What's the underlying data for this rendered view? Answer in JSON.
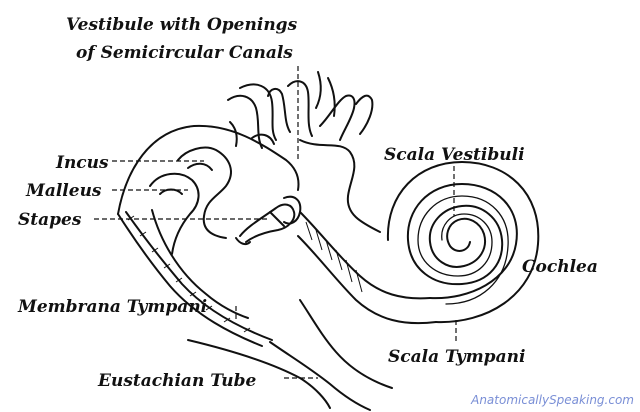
{
  "labels": {
    "vestibule_line1": "Vestibule with Openings",
    "vestibule_line2": "of Semicircular Canals",
    "incus": "Incus",
    "malleus": "Malleus",
    "stapes": "Stapes",
    "scala_vestibuli": "Scala Vestibuli",
    "cochlea": "Cochlea",
    "membrana_tympani": "Membrana Tympani",
    "scala_tympani": "Scala Tympani",
    "eustachian_tube": "Eustachian Tube"
  },
  "watermark": {
    "text": "AnatomicallySpeaking.com",
    "color": "#7a8fd6"
  }
}
